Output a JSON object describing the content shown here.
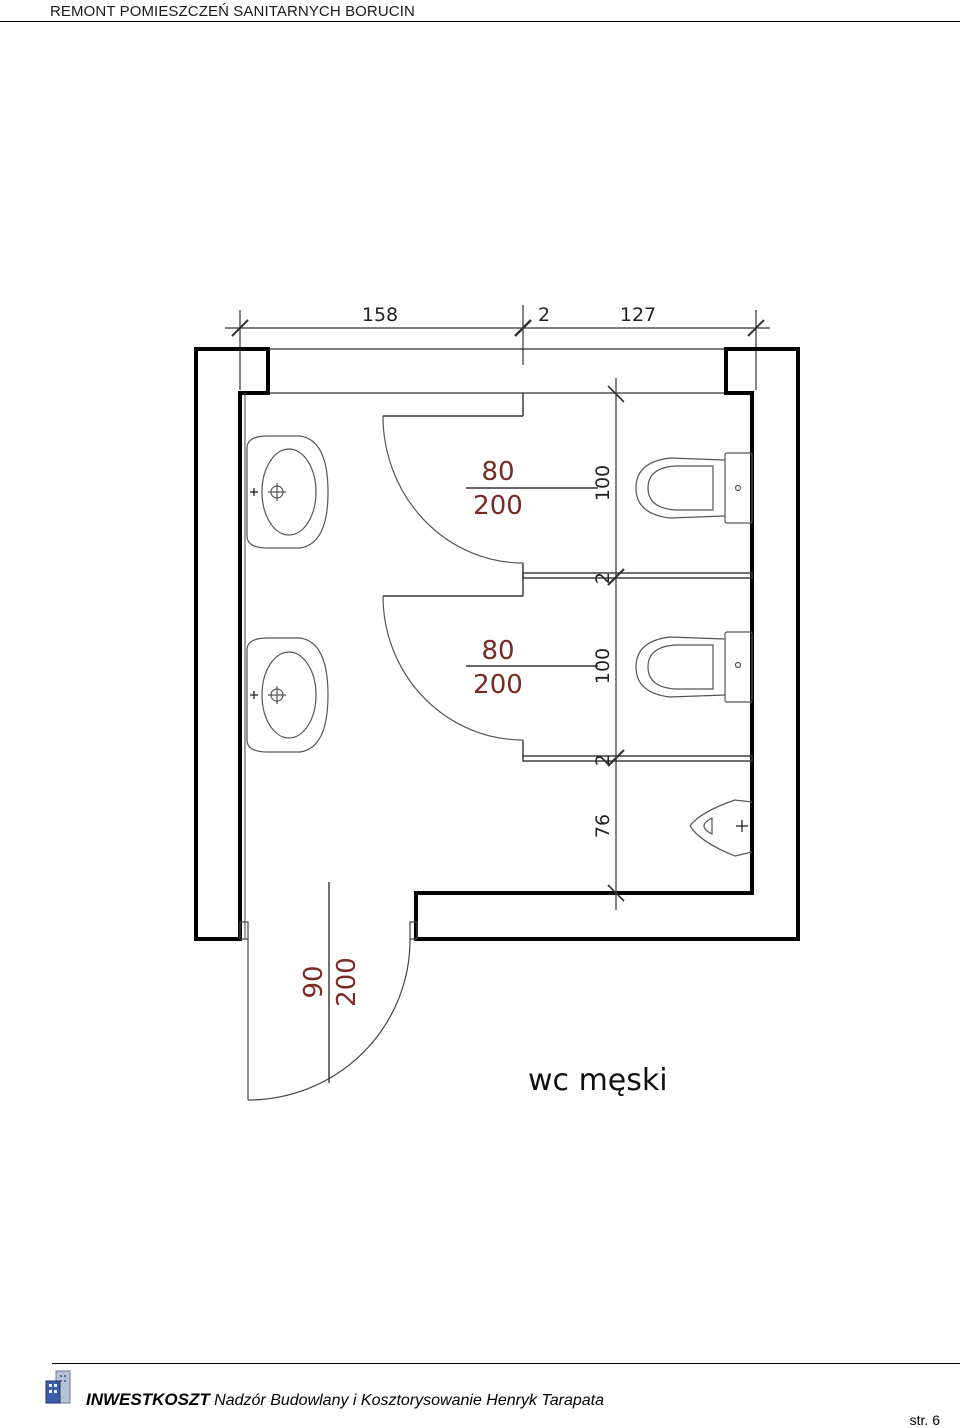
{
  "header": {
    "title": "REMONT POMIESZCZEŃ SANITARNYCH BORUCIN"
  },
  "plan": {
    "room_label": "wc męski",
    "top_dimensions": {
      "left": "158",
      "partition": "2",
      "right": "127"
    },
    "cabin_dimensions": {
      "cabin1": "100",
      "partition1": "2",
      "cabin2": "100",
      "partition2": "2",
      "urinal_space": "76"
    },
    "cabin_doors": [
      {
        "width": "80",
        "height": "200"
      },
      {
        "width": "80",
        "height": "200"
      }
    ],
    "entrance_door": {
      "width": "90",
      "height": "200"
    }
  },
  "footer": {
    "brand": "INWESTKOSZT",
    "company": "Nadzór Budowlany i Kosztorysowanie Henryk Tarapata",
    "page": "str. 6"
  }
}
